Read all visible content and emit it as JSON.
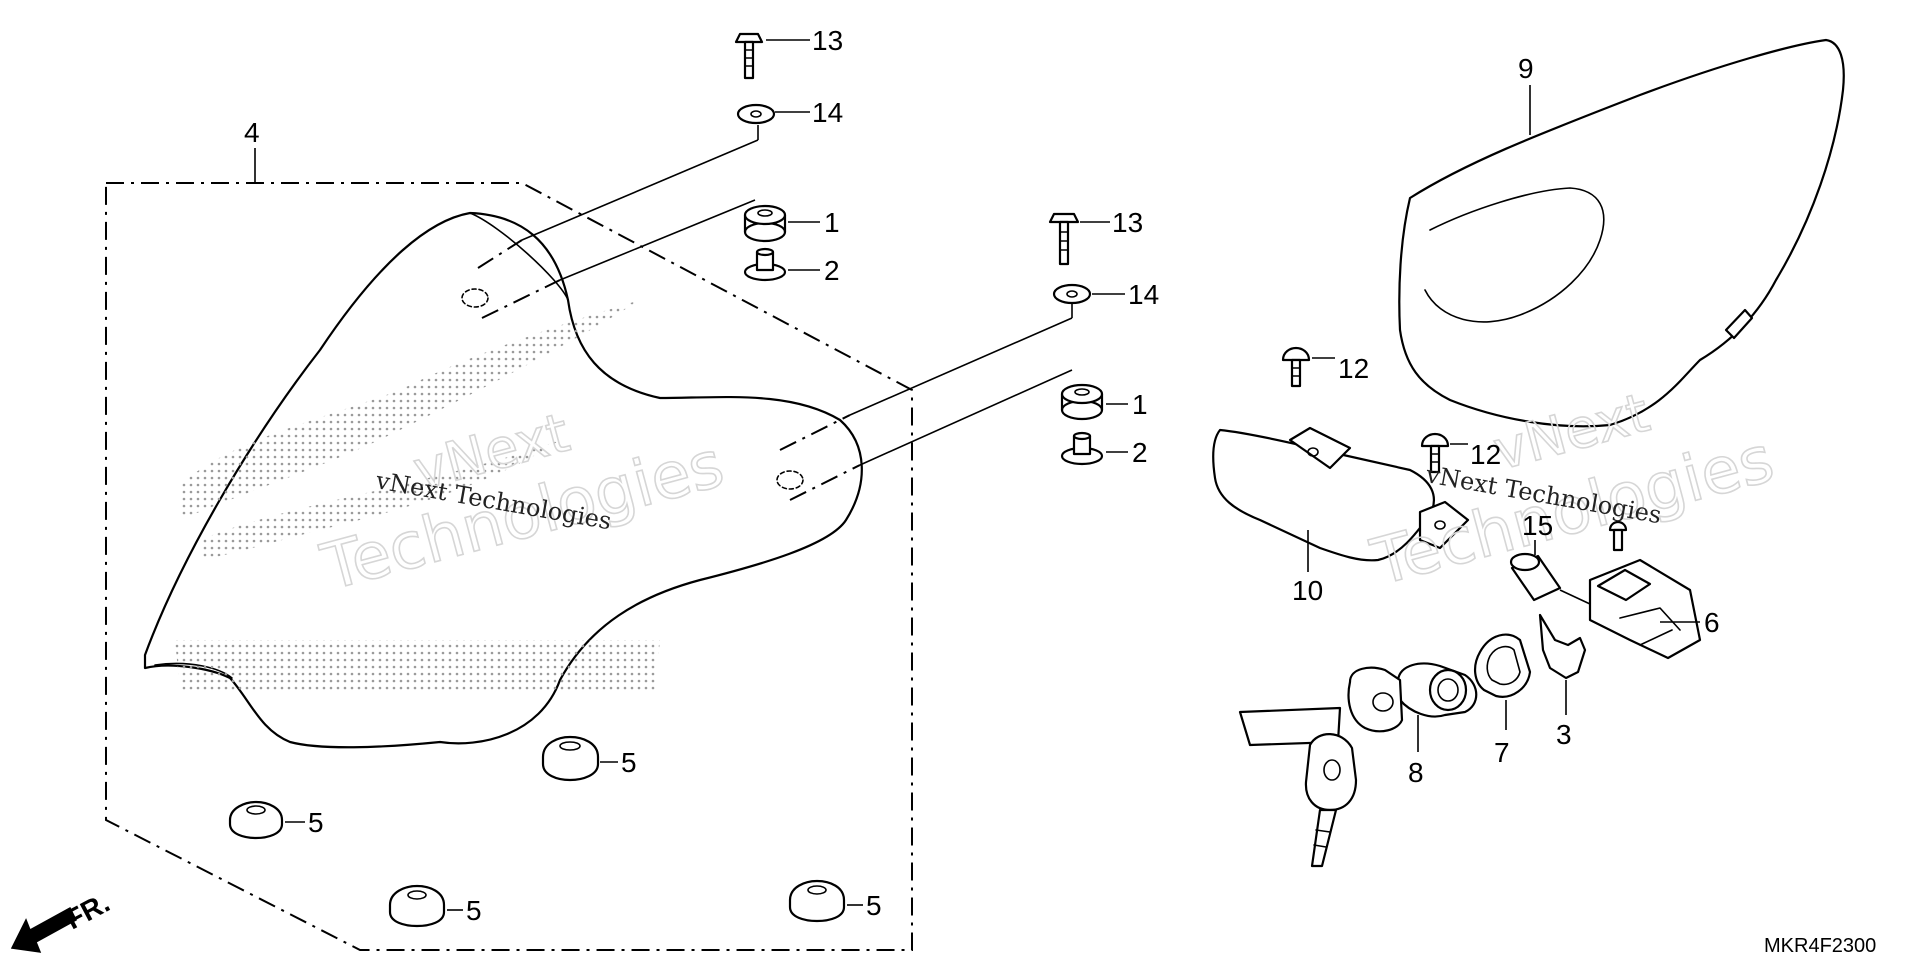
{
  "diagram": {
    "drawing_code": "MKR4F2300",
    "front_marker": "FR.",
    "callouts": {
      "c1a": "1",
      "c1b": "1",
      "c2a": "2",
      "c2b": "2",
      "c3": "3",
      "c4": "4",
      "c5a": "5",
      "c5b": "5",
      "c5c": "5",
      "c5d": "5",
      "c6": "6",
      "c7": "7",
      "c8": "8",
      "c9": "9",
      "c10": "10",
      "c12a": "12",
      "c12b": "12",
      "c13a": "13",
      "c13b": "13",
      "c14a": "14",
      "c14b": "14",
      "c15": "15"
    },
    "watermarks": {
      "left_line1": "vNext",
      "left_line2": "vNext Technologies",
      "left_line3": "Technologies",
      "right_line1": "vNext",
      "right_line2": "vNext Technologies",
      "right_line3": "Technologies"
    },
    "colors": {
      "ink": "#000000",
      "shading": "#c9c9c9",
      "watermark": "#d6d6d6"
    }
  }
}
